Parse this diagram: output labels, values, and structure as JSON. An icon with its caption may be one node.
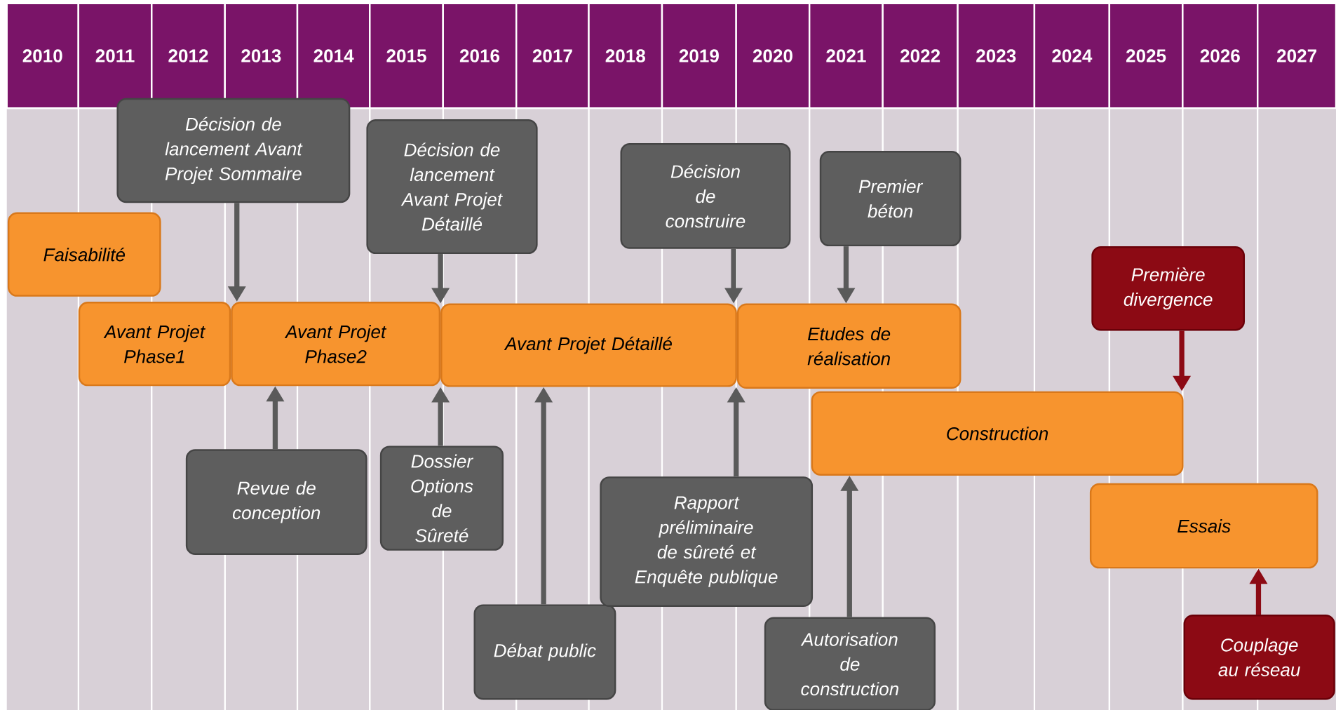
{
  "diagram": {
    "nodes": [
      {
        "text": [
          "Faisabilité"
        ]
      },
      {
        "text": [
          "Avant Projet Phase1"
        ]
      },
      {
        "text": [
          "Avant Projet Phase2"
        ]
      },
      {
        "text": [
          "Avant Projet Détaillé"
        ]
      },
      {
        "text": [
          "Etudes de réalisation"
        ]
      },
      {
        "text": [
          "Construction"
        ]
      },
      {
        "text": [
          "Essais"
        ]
      },
      {
        "text": [
          "Décision de lancement Avant Projet Sommaire"
        ]
      },
      {
        "text": [
          "Décision de lancement Avant Projet Détaillé"
        ]
      },
      {
        "text": [
          "Décision de construire"
        ]
      },
      {
        "text": [
          "Premier béton"
        ]
      },
      {
        "text": [
          "Première divergence"
        ]
      },
      {
        "text": [
          "Revue de conception"
        ]
      },
      {
        "text": [
          "Dossier Options de Sûreté"
        ]
      },
      {
        "text": [
          "Débat public"
        ]
      },
      {
        "text": [
          "Rapport préliminaire de sûreté et Enquête publique"
        ]
      },
      {
        "text": [
          "Autorisation de construction"
        ]
      },
      {
        "text": [
          "Couplage au réseau"
        ]
      }
    ],
    "edges": [
      {
        "from": 7,
        "to": 2,
        "arrow": "to"
      },
      {
        "from": 8,
        "to": 3,
        "arrow": "to"
      },
      {
        "from": 9,
        "to": 3,
        "arrow": "to"
      },
      {
        "from": 10,
        "to": 4,
        "arrow": "to"
      },
      {
        "from": 11,
        "to": 5,
        "arrow": "to",
        "color": "#8c0a14"
      },
      {
        "from": 12,
        "to": 2,
        "arrow": "to"
      },
      {
        "from": 13,
        "to": 3,
        "arrow": "to"
      },
      {
        "from": 14,
        "to": 3,
        "arrow": "to"
      },
      {
        "from": 15,
        "to": 3,
        "arrow": "to"
      },
      {
        "from": 16,
        "to": 5,
        "arrow": "to"
      },
      {
        "from": 17,
        "to": 6,
        "arrow": "to",
        "color": "#8c0a14"
      }
    ],
    "labels": [
      "2010",
      "2011",
      "2012",
      "2013",
      "2014",
      "2015",
      "2016",
      "2017",
      "2018",
      "2019",
      "2020",
      "2021",
      "2022",
      "2023",
      "2024",
      "2025",
      "2026",
      "2027"
    ]
  }
}
